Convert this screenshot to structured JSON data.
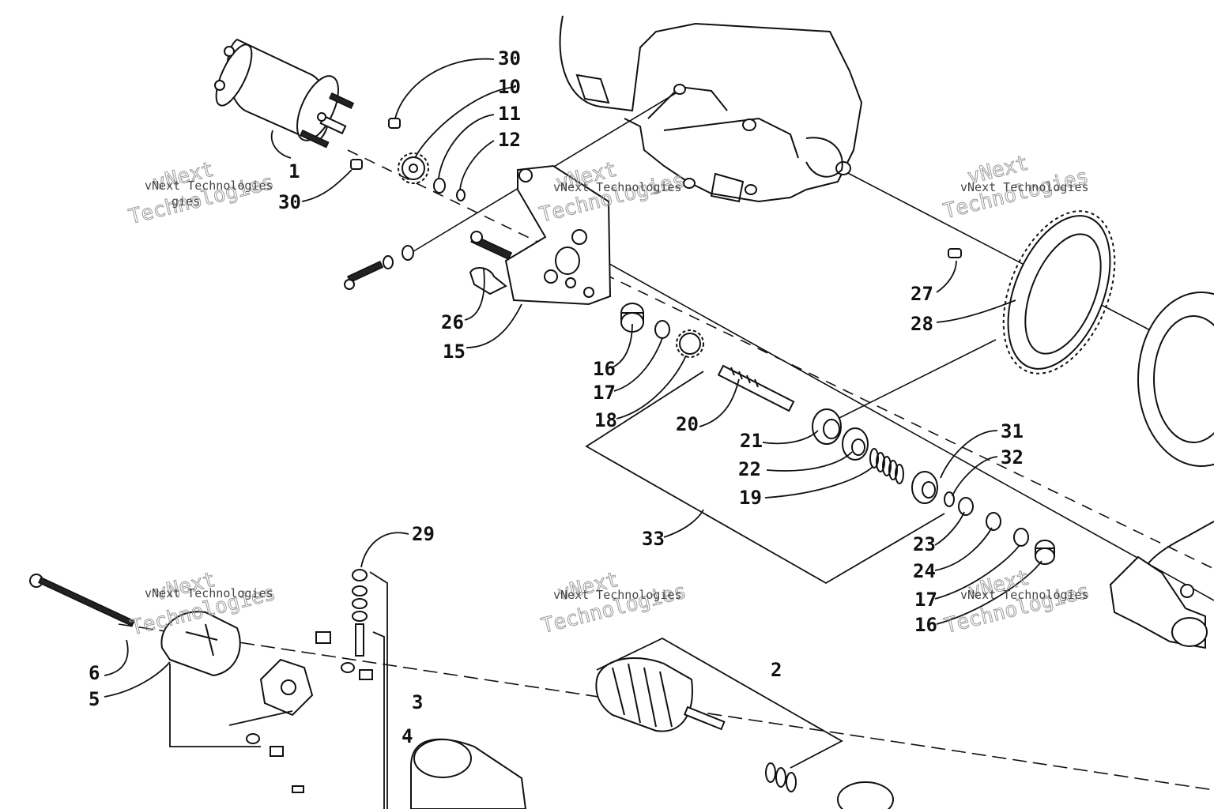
{
  "callouts": {
    "c1": "1",
    "c2": "2",
    "c3": "3",
    "c4": "4",
    "c5": "5",
    "c6": "6",
    "c10": "10",
    "c11": "11",
    "c12": "12",
    "c15": "15",
    "c16a": "16",
    "c16b": "16",
    "c17a": "17",
    "c17b": "17",
    "c18": "18",
    "c19": "19",
    "c20": "20",
    "c21": "21",
    "c22": "22",
    "c23": "23",
    "c24": "24",
    "c26": "26",
    "c27": "27",
    "c28": "28",
    "c29": "29",
    "c30a": "30",
    "c30b": "30",
    "c31": "31",
    "c32": "32",
    "c33": "33"
  },
  "watermark": {
    "brand": "vNext",
    "line1": "Technologies",
    "small": "vNext Technologies"
  },
  "colors": {
    "ink": "#111111",
    "paper": "#ffffff",
    "watermark": "#9a9a9a"
  }
}
